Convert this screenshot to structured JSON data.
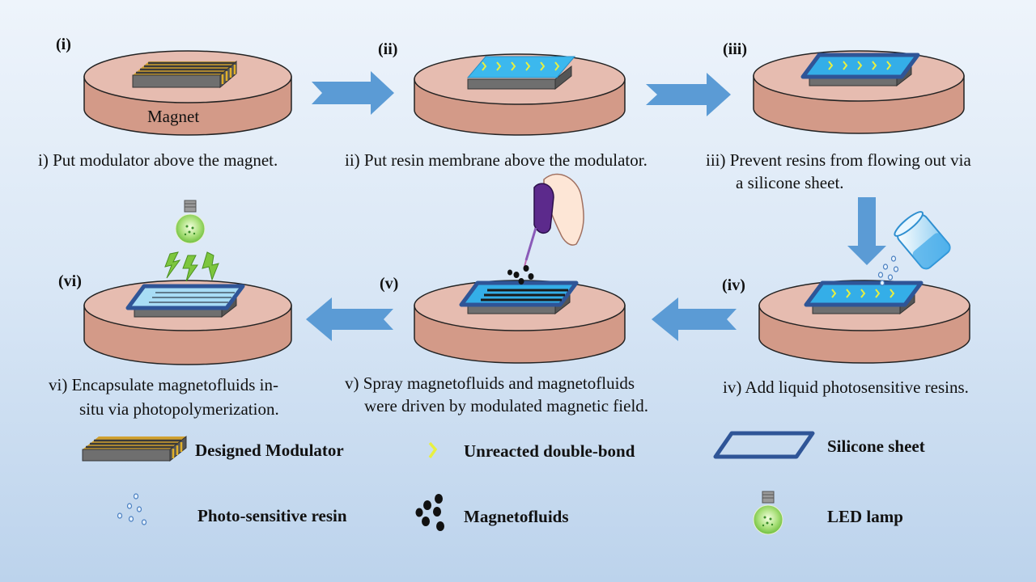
{
  "steps": [
    {
      "label": "(i)",
      "caption": "i) Put modulator above the magnet."
    },
    {
      "label": "(ii)",
      "caption": "ii) Put resin membrane above the modulator."
    },
    {
      "label": "(iii)",
      "caption_line1": "iii) Prevent resins from flowing out via",
      "caption_line2": "a  silicone sheet."
    },
    {
      "label": "(iv)",
      "caption": "iv) Add liquid photosensitive resins."
    },
    {
      "label": "(v)",
      "caption_line1": "v) Spray magnetofluids and magnetofluids",
      "caption_line2": "were driven by modulated magnetic field."
    },
    {
      "label": "(vi)",
      "caption_line1": "vi) Encapsulate magnetofluids in-",
      "caption_line2": "situ via photopolymerization."
    }
  ],
  "magnet_label": "Magnet",
  "legend": {
    "modulator": "Designed Modulator",
    "double_bond": "Unreacted double-bond",
    "silicone": "Silicone sheet",
    "resin": "Photo-sensitive resin",
    "magnetofluids": "Magnetofluids",
    "led": "LED lamp"
  },
  "colors": {
    "magnet_top": "#e6bcb0",
    "magnet_side": "#d39a88",
    "arrow": "#5b9bd5",
    "silicone": "#2f5597",
    "resin_membrane": "#36b6ee",
    "modulator_gray": "#707070",
    "modulator_stripe": "#d4a017",
    "double_bond": "#e8f040"
  }
}
